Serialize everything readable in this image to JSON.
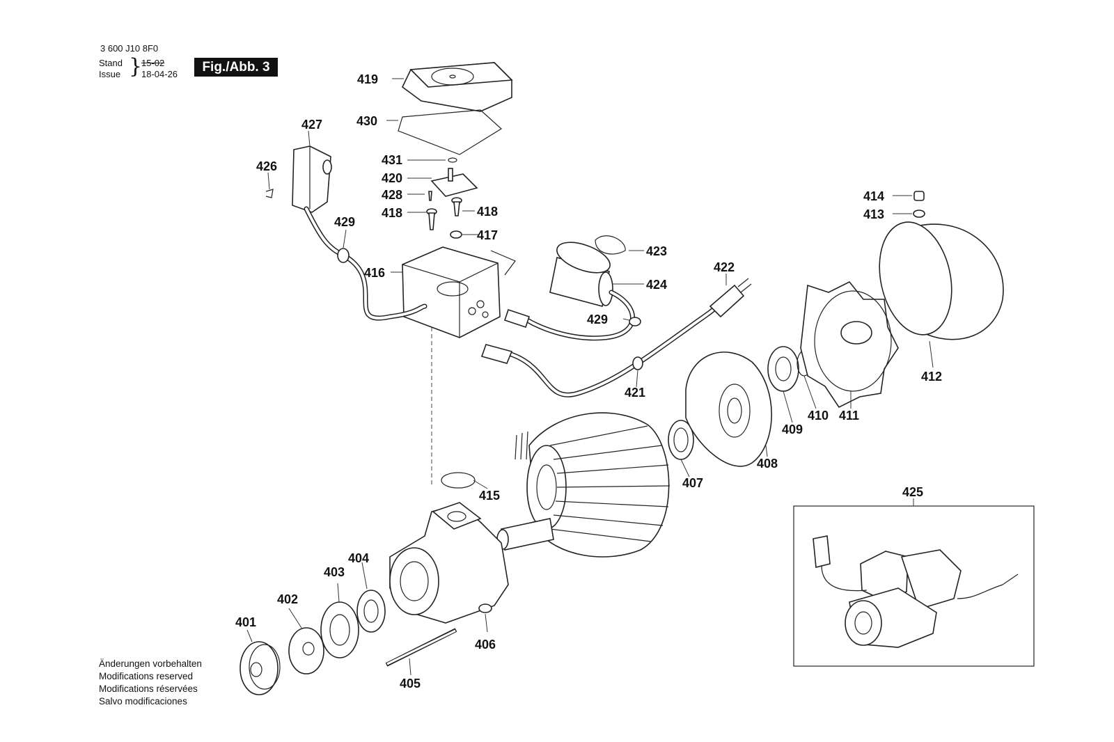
{
  "header": {
    "doc_number": "3 600 J10 8F0",
    "stand_label": "Stand",
    "issue_label": "Issue",
    "stand_value": "15-02",
    "issue_value": "18-04-26",
    "figure_badge": "Fig./Abb. 3"
  },
  "footer_notes": [
    "Änderungen vorbehalten",
    "Modifications reserved",
    "Modifications réservées",
    "Salvo modificaciones"
  ],
  "part_labels": {
    "p401": "401",
    "p402": "402",
    "p403": "403",
    "p404": "404",
    "p405": "405",
    "p406": "406",
    "p407": "407",
    "p408": "408",
    "p409": "409",
    "p410": "410",
    "p411": "411",
    "p412": "412",
    "p413": "413",
    "p414": "414",
    "p415": "415",
    "p416": "416",
    "p417": "417",
    "p418a": "418",
    "p418b": "418",
    "p419": "419",
    "p420": "420",
    "p421": "421",
    "p422": "422",
    "p423": "423",
    "p424": "424",
    "p425": "425",
    "p426": "426",
    "p427": "427",
    "p428": "428",
    "p429a": "429",
    "p429b": "429",
    "p430": "430",
    "p431": "431"
  }
}
